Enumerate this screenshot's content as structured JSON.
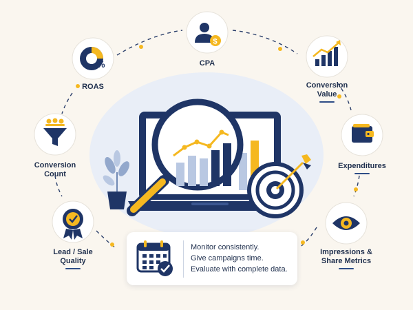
{
  "nodes": [
    {
      "id": "roas",
      "label_lines": [
        "ROAS"
      ],
      "icon": "pie-percent-icon"
    },
    {
      "id": "cpa",
      "label_lines": [
        "CPA"
      ],
      "icon": "user-dollar-icon"
    },
    {
      "id": "conversion-value",
      "label_lines": [
        "Conversion",
        "Value"
      ],
      "icon": "bar-chart-up-icon"
    },
    {
      "id": "conversion-count",
      "label_lines": [
        "Conversion",
        "Count"
      ],
      "icon": "funnel-people-icon"
    },
    {
      "id": "expenditures",
      "label_lines": [
        "Expenditures"
      ],
      "icon": "wallet-icon"
    },
    {
      "id": "lead-sale-quality",
      "label_lines": [
        "Lead / Sale",
        "Quality"
      ],
      "icon": "badge-check-icon"
    },
    {
      "id": "impressions",
      "label_lines": [
        "Impressions &",
        "Share Metrics"
      ],
      "icon": "eye-icon"
    }
  ],
  "center": {
    "icons": [
      "laptop-icon",
      "magnifier-icon",
      "target-icon",
      "plant-icon"
    ]
  },
  "tips": {
    "icon": "calendar-check-icon",
    "lines": [
      "Monitor consistently.",
      "Give campaigns time.",
      "Evaluate with complete data."
    ]
  },
  "palette": {
    "navy": "#1f3566",
    "gold": "#f5b820",
    "blue_light": "#b9c8e2",
    "bg": "#faf6ef"
  }
}
